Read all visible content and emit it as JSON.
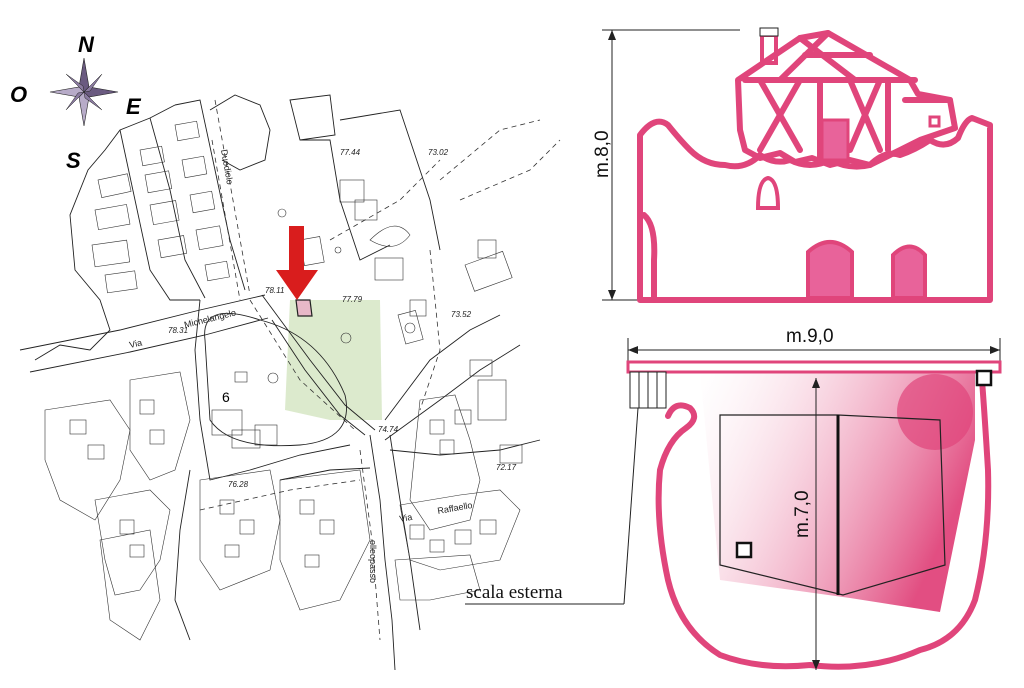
{
  "map": {
    "street_michelangelo": "Via Michelangelo",
    "street_michelangelo_b": "Via",
    "street_michelangelo_c": "Michelangelo",
    "street_raffaello_a": "Via",
    "street_raffaello_b": "Raffaello",
    "street_passo": "olleopasso",
    "street_vertical": "Duodiolo",
    "block_number": "6",
    "elevations": [
      "77.44",
      "73.02",
      "78.11",
      "77.79",
      "73.52",
      "78.31",
      "74.74",
      "72.17",
      "76.28"
    ]
  },
  "compass": {
    "north": "N",
    "south": "S",
    "east": "E",
    "west": "O"
  },
  "elevation_drawing": {
    "height_label": "m.8,0"
  },
  "plan_drawing": {
    "width_label": "m.9,0",
    "depth_label": "m.7,0",
    "callout_label": "scala esterna"
  },
  "colors": {
    "accent_pink": "#e0457b",
    "arrow_red": "#d91d1d",
    "green_area": "#d6e6c4"
  }
}
